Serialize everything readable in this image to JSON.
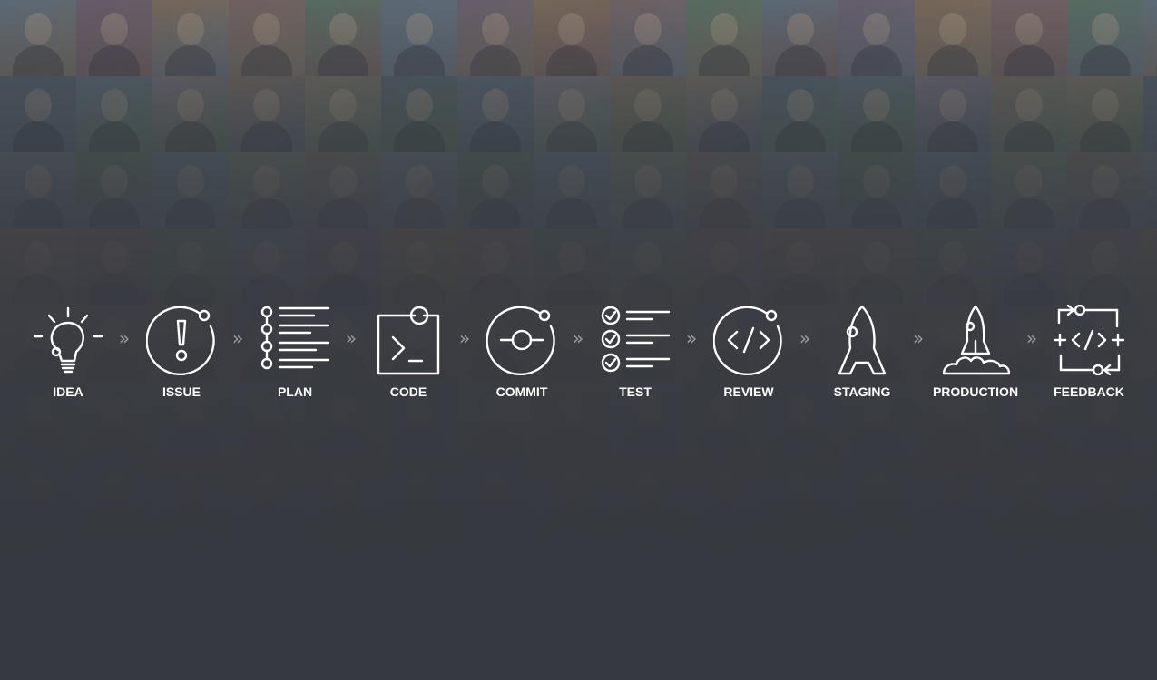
{
  "pipeline": {
    "stages": [
      {
        "label": "IDEA",
        "icon": "lightbulb-icon"
      },
      {
        "label": "ISSUE",
        "icon": "issue-exclamation-icon"
      },
      {
        "label": "PLAN",
        "icon": "plan-list-icon"
      },
      {
        "label": "CODE",
        "icon": "terminal-code-icon"
      },
      {
        "label": "COMMIT",
        "icon": "commit-icon"
      },
      {
        "label": "TEST",
        "icon": "checklist-icon"
      },
      {
        "label": "REVIEW",
        "icon": "code-review-icon"
      },
      {
        "label": "STAGING",
        "icon": "rocket-icon"
      },
      {
        "label": "PRODUCTION",
        "icon": "rocket-launch-icon"
      },
      {
        "label": "FEEDBACK",
        "icon": "feedback-cycle-icon"
      }
    ],
    "separator": "»"
  },
  "colors": {
    "background": "#36393f",
    "icon": "#ffffff",
    "separator": "#9a9ca2"
  }
}
